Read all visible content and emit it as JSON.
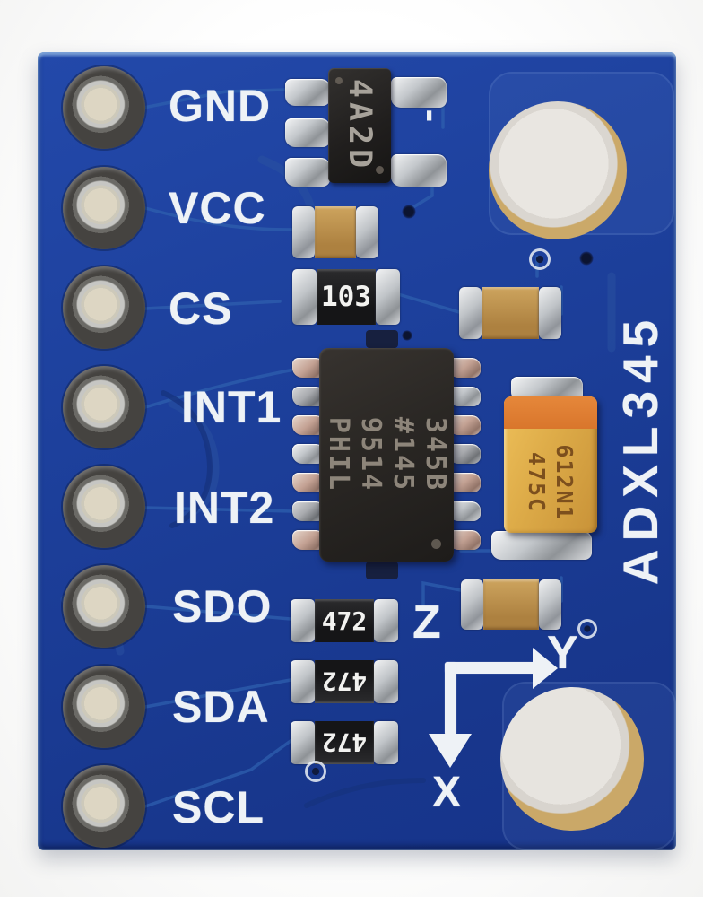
{
  "board": {
    "part_number": "ADXL345",
    "pin_labels": [
      "GND",
      "VCC",
      "CS",
      "INT1",
      "INT2",
      "SDO",
      "SDA",
      "SCL"
    ],
    "axis_indicator": {
      "x_label": "X",
      "y_label": "Y",
      "z_label": "Z"
    },
    "polarity_mark": "-"
  },
  "components": {
    "regulator_marking": "4A2D",
    "accelerometer_ic_marking_lines": [
      "345B",
      "#145",
      "9514",
      "PHIL"
    ],
    "tantalum_capacitor_marking_lines": [
      "475C",
      "612N1"
    ],
    "resistor_markings": [
      "103",
      "472",
      "472",
      "472"
    ]
  },
  "colors": {
    "pcb_blue": "#1d409c",
    "trace_blue": "#2e5fae",
    "silkscreen_white": "#eef2f6",
    "solder_silver": "#c3c7cb",
    "ic_black": "#2a2724",
    "tantalum_yellow": "#ddab48",
    "tantalum_stripe": "#d9762c",
    "hole_ring_gold": "#cba969",
    "ceramic_tan": "#bd9350"
  }
}
